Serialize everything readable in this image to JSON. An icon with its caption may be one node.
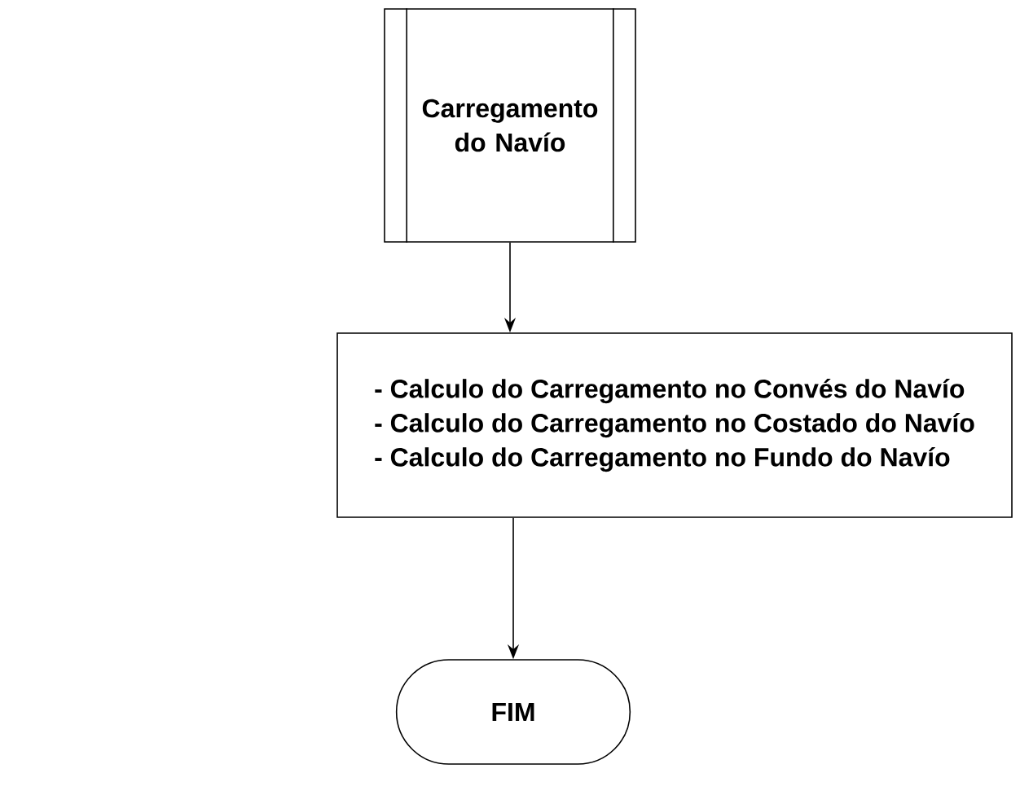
{
  "diagram": {
    "nodes": [
      {
        "text": [
          "Carregamento do Navío"
        ]
      },
      {
        "text": [
          "- Calculo do Carregamento no Convés do Navío",
          "- Calculo do Carregamento no Costado do Navío",
          "- Calculo do Carregamento no Fundo do Navío"
        ]
      },
      {
        "text": [
          "FIM"
        ]
      }
    ],
    "edges": [
      {
        "from": 0,
        "to": 1,
        "arrow": "to"
      },
      {
        "from": 1,
        "to": 2,
        "arrow": "to"
      }
    ]
  }
}
